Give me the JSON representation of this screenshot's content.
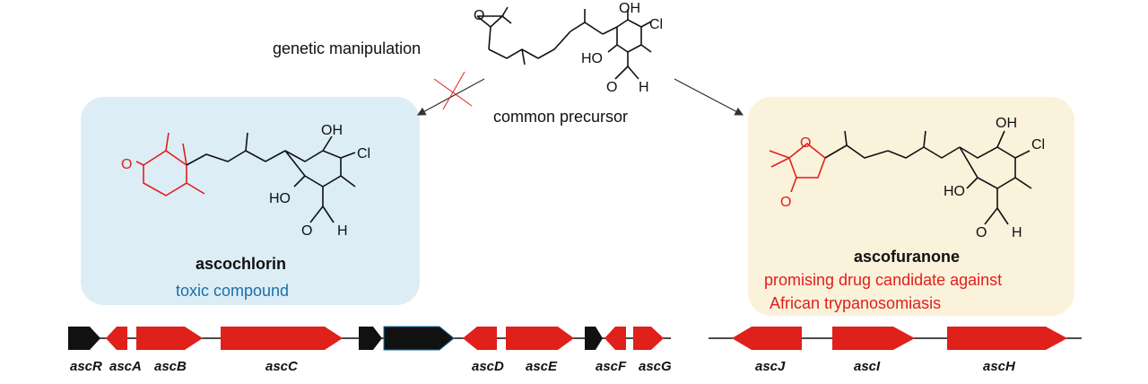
{
  "labels": {
    "genetic_manipulation": "genetic manipulation",
    "common_precursor": "common precursor",
    "ascochlorin": "ascochlorin",
    "toxic_compound": "toxic compound",
    "ascofuranone": "ascofuranone",
    "drug_line1": "promising drug candidate against",
    "drug_line2": "African trypanosomiasis"
  },
  "atoms": {
    "oh": "OH",
    "ho": "HO",
    "cl": "Cl",
    "o": "O",
    "h": "H"
  },
  "genes_cluster1": [
    "ascR",
    "ascA",
    "ascB",
    "ascC",
    "ascD",
    "ascE",
    "ascF",
    "ascG"
  ],
  "genes_cluster2": [
    "ascJ",
    "ascI",
    "ascH"
  ],
  "colors": {
    "accent_red": "#e0201b",
    "accent_blue": "#1a6fa8",
    "box_blue": "#dcedf6",
    "box_cream": "#fbf2dc",
    "gene_black": "#111111"
  }
}
